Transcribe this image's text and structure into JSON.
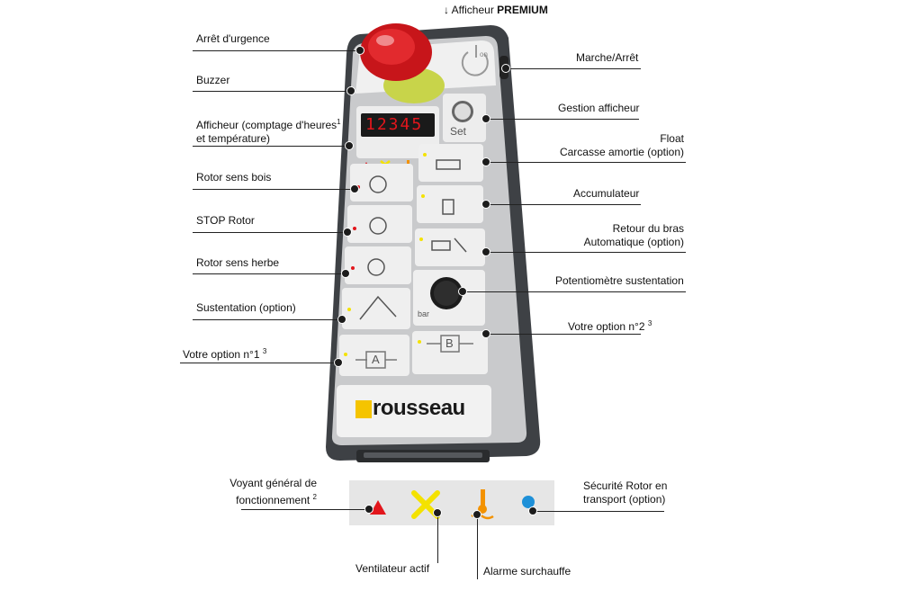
{
  "header": {
    "arrow": "↓",
    "prefix": "Afficheur ",
    "bold": "PREMIUM"
  },
  "left_labels": {
    "arret_urgence": "Arrêt d'urgence",
    "buzzer": "Buzzer",
    "afficheur_line1": "Afficheur (comptage d'heures",
    "afficheur_sup": "1",
    "afficheur_line2": "et température)",
    "rotor_sens_bois": "Rotor sens bois",
    "stop_rotor": "STOP Rotor",
    "rotor_sens_herbe": "Rotor sens herbe",
    "sustentation": "Sustentation (option)",
    "votre_option_1": "Votre option n°1",
    "votre_option_1_sup": "3"
  },
  "right_labels": {
    "marche_arret": "Marche/Arrêt",
    "gestion_afficheur": "Gestion afficheur",
    "float_line1": "Float",
    "float_line2": "Carcasse amortie (option)",
    "accumulateur": "Accumulateur",
    "retour_line1": "Retour du bras",
    "retour_line2": "Automatique (option)",
    "potentiometre": "Potentiomètre sustentation",
    "votre_option_2": "Votre option n°2",
    "votre_option_2_sup": "3"
  },
  "device": {
    "display_digits": "12345",
    "set_label": "Set",
    "on_label": "on",
    "bar_label": "bar",
    "button_a": "A",
    "button_b": "B",
    "brand": "rousseau"
  },
  "legend": {
    "voyant_line1": "Voyant général de",
    "voyant_line2": "fonctionnement",
    "voyant_sup": "2",
    "securite_line1": "Sécurité Rotor en",
    "securite_line2": "transport (option)",
    "ventilateur": "Ventilateur actif",
    "alarme": "Alarme surchauffe"
  },
  "colors": {
    "red": "#e2161c",
    "yellow": "#f4e200",
    "orange": "#f39200",
    "blue": "#1e90d8",
    "brand_yellow": "#f5c400",
    "body_dark": "#3e4145"
  }
}
